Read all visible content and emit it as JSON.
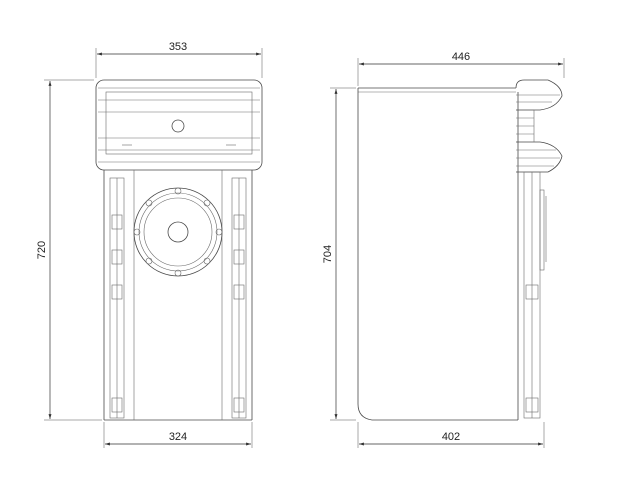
{
  "front_view": {
    "dims": {
      "top_width": "353",
      "bottom_width": "324",
      "height": "720"
    }
  },
  "side_view": {
    "dims": {
      "top_width": "446",
      "bottom_width": "402",
      "height": "704"
    }
  },
  "colors": {
    "line": "#4a4a4a",
    "background": "#ffffff"
  }
}
